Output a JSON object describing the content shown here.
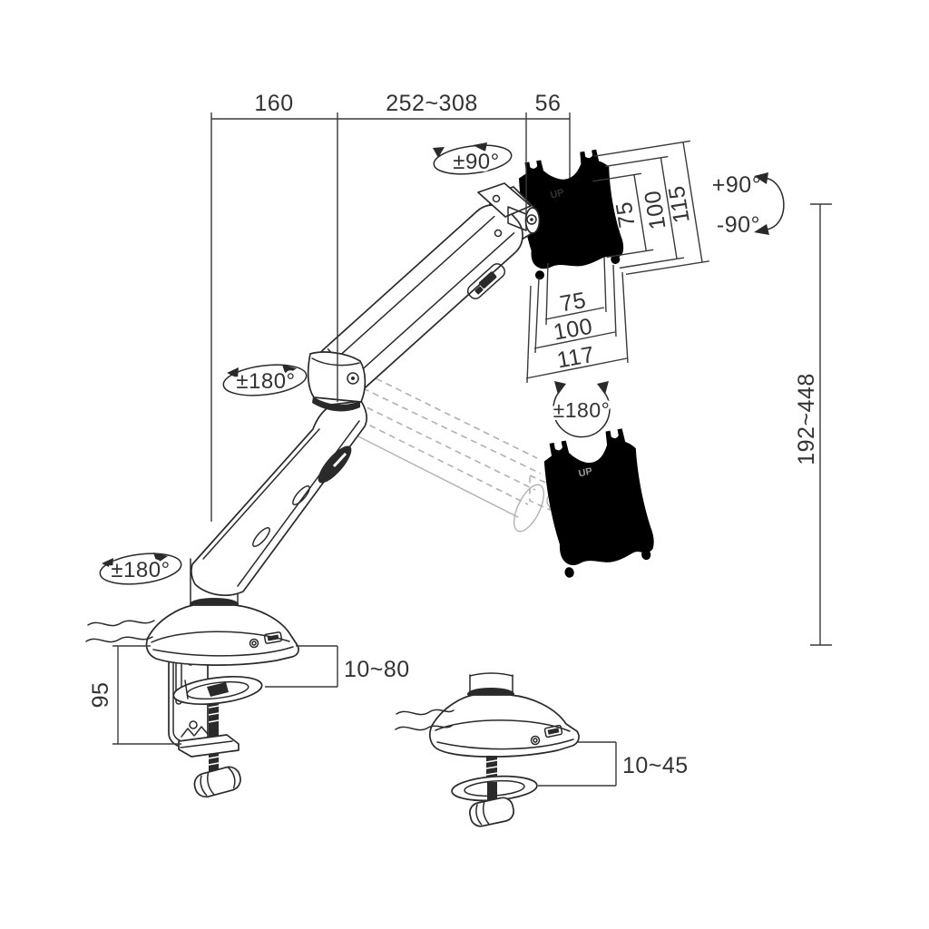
{
  "drawing": {
    "kind": "technical dimension drawing",
    "subject": "gas-spring single monitor desk mount arm with clamp and grommet base"
  },
  "colors": {
    "line": "#2a2a2a",
    "ghost": "#b1b1b1",
    "text": "#333333",
    "background": "#ffffff"
  },
  "labels": {
    "dim_160": "160",
    "dim_252_308": "252~308",
    "dim_56": "56",
    "dim_75_v": "75",
    "dim_100_v": "100",
    "dim_115": "115",
    "dim_75_h": "75",
    "dim_100_h": "100",
    "dim_117": "117",
    "dim_height": "192~448",
    "dim_95": "95",
    "dim_clamp": "10~80",
    "dim_grommet": "10~45",
    "rot_head": "±90°",
    "rot_elbow": "±180°",
    "rot_base": "±180°",
    "rot_vesa": "±180°",
    "tilt_plus": "+90°",
    "tilt_minus": "-90°",
    "up_main": "UP",
    "up_ghost": "UP"
  }
}
